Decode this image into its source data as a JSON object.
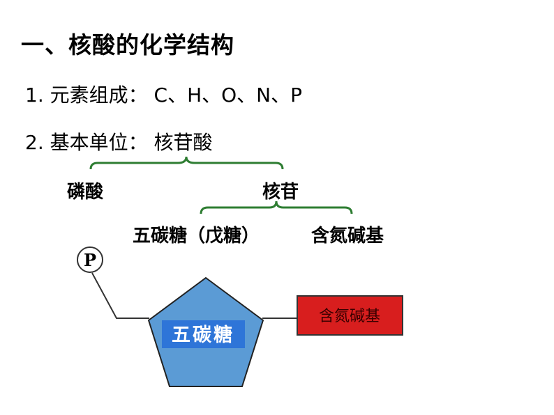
{
  "title": "一、核酸的化学结构",
  "composition": {
    "label": "1. 元素组成：",
    "value": "C、H、O、N、P"
  },
  "basic_unit": {
    "label": "2. 基本单位：",
    "value": "核苷酸"
  },
  "tree": {
    "phosphate": "磷酸",
    "nucleoside": "核苷",
    "sugar": "五碳糖（戊糖）",
    "base": "含氮碱基"
  },
  "figure": {
    "phosphate_symbol": "P",
    "sugar_label": "五碳糖",
    "base_label": "含氮碱基",
    "colors": {
      "sugar_fill": "#5b9bd5",
      "sugar_label_bg": "#2e75d8",
      "base_fill": "#d81e1e",
      "bracket": "#2e7d32"
    }
  }
}
